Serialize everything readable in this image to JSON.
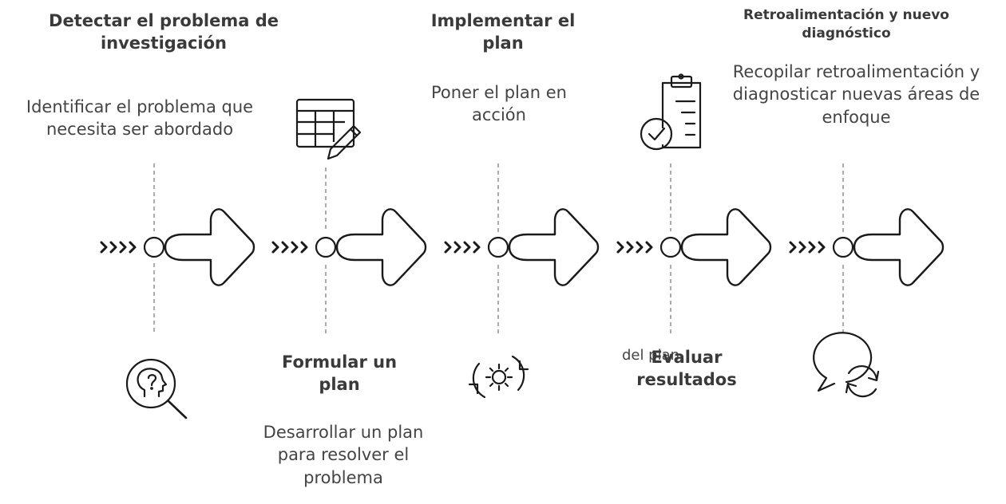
{
  "colors": {
    "line": "#1a1a1a",
    "text": "#3a3a3a",
    "connector": "#888888"
  },
  "steps": [
    {
      "title": "Detectar el problema de investigación",
      "description": "Identificar el problema que necesita ser abordado",
      "icon": "head-question-magnifier-icon"
    },
    {
      "title": "Formular un plan",
      "description": "Desarrollar un plan para resolver el problema",
      "icon": "table-pencil-icon"
    },
    {
      "title": "Implementar el plan",
      "description": "Poner el plan en acción",
      "icon": "gear-cycle-icon"
    },
    {
      "title": "Evaluar resultados",
      "description_fragment": "del plan",
      "icon": "clipboard-check-icon"
    },
    {
      "title": "Retroalimentación y nuevo diagnóstico",
      "description": "Recopilar retroalimentación y diagnosticar nuevas áreas de enfoque",
      "icon": "chat-refresh-icon"
    }
  ]
}
